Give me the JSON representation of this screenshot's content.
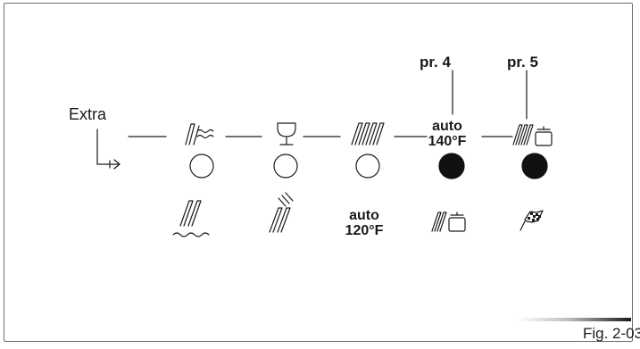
{
  "labels": {
    "extra": "Extra",
    "pr4": "pr. 4",
    "pr5": "pr. 5",
    "auto140_line1": "auto",
    "auto140_line2": "140°F",
    "auto120_line1": "auto",
    "auto120_line2": "120°F",
    "figure": "Fig. 2-03"
  },
  "indicators": [
    {
      "name": "dishes-wave-indicator",
      "state": "off"
    },
    {
      "name": "wine-glass-indicator",
      "state": "off"
    },
    {
      "name": "four-dishes-indicator",
      "state": "off"
    },
    {
      "name": "auto-140-indicator",
      "state": "on"
    },
    {
      "name": "pots-indicator",
      "state": "on"
    }
  ],
  "colors": {
    "ink": "#1a1a1a",
    "frame": "#6e6e6e",
    "led_on": "#111111"
  }
}
